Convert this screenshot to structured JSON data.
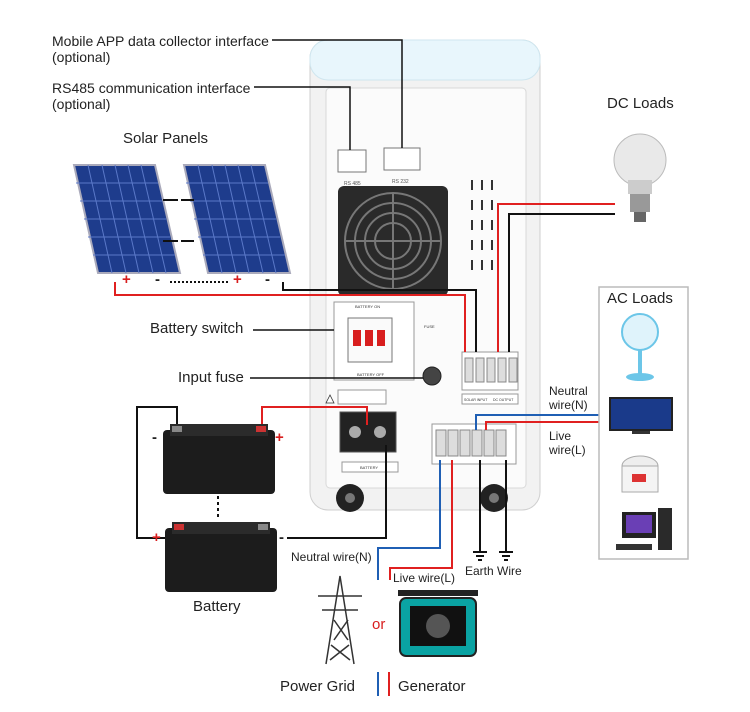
{
  "labels": {
    "app_interface": "Mobile APP data collector interface",
    "app_optional": "(optional)",
    "rs485_interface": "RS485 communication interface",
    "rs485_optional": "(optional)",
    "solar_panels": "Solar Panels",
    "dc_loads": "DC Loads",
    "ac_loads": "AC Loads",
    "battery_switch": "Battery switch",
    "input_fuse": "Input fuse",
    "battery": "Battery",
    "neutral_wire_n_right_1": "Neutral",
    "neutral_wire_n_right_2": "wire(N)",
    "live_wire_l_right_1": "Live",
    "live_wire_l_right_2": "wire(L)",
    "neutral_wire_bottom": "Neutral wire(N)",
    "live_wire_bottom": "Live wire(L)",
    "earth_wire": "Earth Wire",
    "or": "or",
    "power_grid": "Power Grid",
    "generator": "Generator"
  },
  "polarity": {
    "plus": "+",
    "minus": "-"
  },
  "device_text": {
    "battery_on": "BATTERY ON",
    "battery_off": "BATTERY OFF",
    "battery_port": "BATTERY",
    "rs485": "RS 485",
    "rs232": "RS 232",
    "fuse": "FUSE",
    "solar_input": "SOLAR INPUT",
    "dc_output": "DC OUTPUT"
  },
  "colors": {
    "positive_wire": "#e02020",
    "negative_wire": "#1a1a1a",
    "neutral_wire": "#1f5fb4",
    "live_wire": "#e02020",
    "panel_blue": "#1e3c8c"
  }
}
